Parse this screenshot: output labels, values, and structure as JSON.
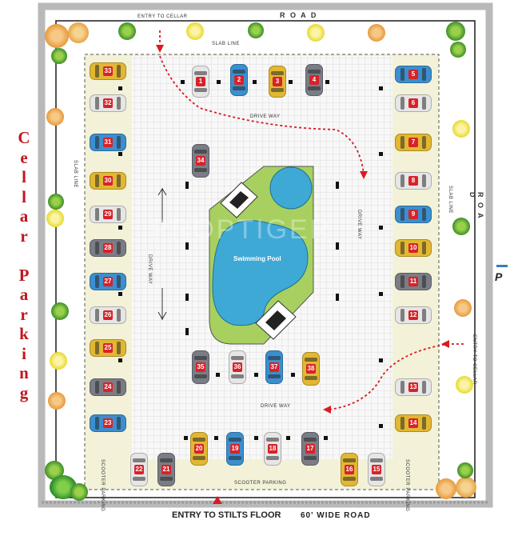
{
  "title_vertical": [
    "C",
    "e",
    "l",
    "l",
    "a",
    "r",
    "",
    "P",
    "a",
    "r",
    "k",
    "i",
    "n",
    "g"
  ],
  "labels": {
    "entry_to_cellar_top": "ENTRY TO CELLAR",
    "entry_to_cellar_right": "ENTRY TO CELLAR",
    "entry_to_stilts": "ENTRY TO STILTS FLOOR",
    "road_top": "R O A D",
    "road_right": "R O A D",
    "road_bottom": "60' WIDE ROAD",
    "slab_line_top": "SLAB LINE",
    "slab_line_left": "SLAB LINE",
    "slab_line_right": "SLAB LINE",
    "drive_way_top": "DRIVE WAY",
    "drive_way_left": "DRIVE WAY",
    "drive_way_right": "DRIVE WAY",
    "drive_way_bottom": "DRIVE WAY",
    "scooter_parking_bottom": "SCOOTER PARKING",
    "scooter_parking_left": "SCOOTER PARKING",
    "scooter_parking_right": "SCOOTER PARKING",
    "swimming_pool": "Swimming Pool",
    "p_marker": "P",
    "watermark": "PROPTIGER"
  },
  "parking_slots": [
    "1",
    "2",
    "3",
    "4",
    "5",
    "6",
    "7",
    "8",
    "9",
    "10",
    "11",
    "12",
    "13",
    "14",
    "15",
    "16",
    "17",
    "18",
    "19",
    "20",
    "21",
    "22",
    "23",
    "24",
    "25",
    "26",
    "27",
    "28",
    "29",
    "30",
    "31",
    "32",
    "33",
    "34",
    "35",
    "36",
    "37",
    "38"
  ],
  "colors": {
    "title": "#c0171e",
    "slot_badge": "#d82228",
    "pool": "#3fa9d6",
    "pool_surround": "#a8d060",
    "floor": "#f3f2d8",
    "arrow": "#d81c24"
  }
}
